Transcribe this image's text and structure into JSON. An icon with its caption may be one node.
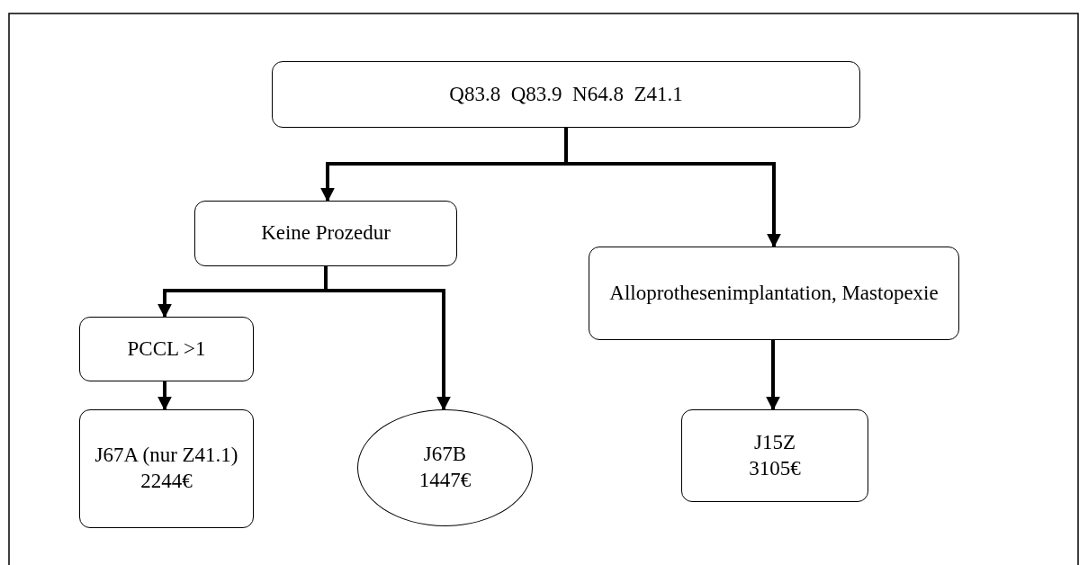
{
  "diagram": {
    "nodes": [
      {
        "text": [
          "Q83.8  Q83.9  N64.8  Z41.1"
        ]
      },
      {
        "text": [
          "Keine Prozedur"
        ]
      },
      {
        "text": [
          "Alloprothesenimplantation, Mastopexie"
        ]
      },
      {
        "text": [
          "PCCL >1"
        ]
      },
      {
        "text": [
          "J67A (nur Z41.1)",
          "2244€"
        ]
      },
      {
        "text": [
          "J67B",
          "1447€"
        ]
      },
      {
        "text": [
          "J15Z",
          "3105€"
        ]
      }
    ],
    "edges": [
      {
        "from": 0,
        "to": 1,
        "arrow": "to"
      },
      {
        "from": 0,
        "to": 2,
        "arrow": "to"
      },
      {
        "from": 1,
        "to": 3,
        "arrow": "to"
      },
      {
        "from": 1,
        "to": 5,
        "arrow": "to"
      },
      {
        "from": 3,
        "to": 4,
        "arrow": "to"
      },
      {
        "from": 2,
        "to": 6,
        "arrow": "to"
      }
    ]
  }
}
